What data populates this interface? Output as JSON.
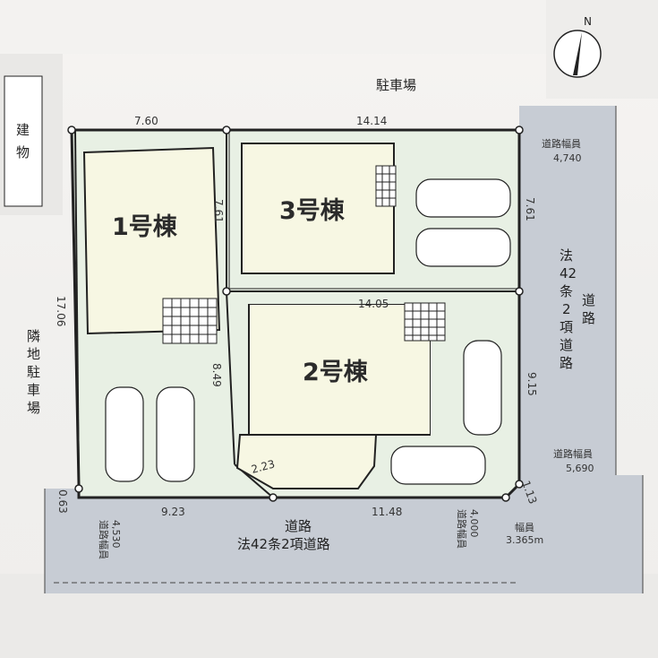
{
  "compass": {
    "north": "N"
  },
  "labels": {
    "top_parking": "駐車場",
    "building_left_1": "建",
    "building_left_2": "物",
    "neighbor_parking": [
      "隣",
      "地",
      "駐",
      "車",
      "場"
    ],
    "house1": "1号棟",
    "house2": "2号棟",
    "house3": "3号棟",
    "east_road": [
      "法",
      "42",
      "条",
      "2",
      "項",
      "道",
      "路"
    ],
    "east_road_suffix": [
      "道",
      "路"
    ],
    "south_road_line1": "道路",
    "south_road_line2": "法42条2項道路"
  },
  "road_widths": {
    "ne_title": "道路幅員",
    "ne_value": "4,740",
    "e_title": "道路幅員",
    "e_value": "5,690",
    "sw_title": "道路幅員",
    "sw_value": "4,530",
    "s_title": "道路幅員",
    "s_value": "4,000",
    "se_title": "幅員",
    "se_value": "3.365m"
  },
  "dimensions": {
    "top_left": "7.60",
    "top_right": "14.14",
    "lot1_inner": "7.61",
    "lot3_right": "7.61",
    "left": "17.06",
    "mid_width": "14.05",
    "lot2_left": "8.49",
    "lot2_right": "9.15",
    "corner_cut": "2.23",
    "corner_sw": "0.63",
    "bottom_left": "9.23",
    "bottom_right": "11.48",
    "corner_se": "1.13"
  }
}
